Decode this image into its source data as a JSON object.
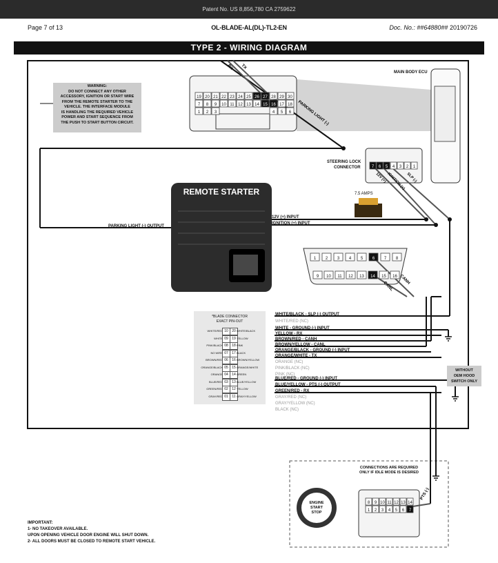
{
  "header": {
    "patent": "Patent No. US 8,856,780 CA 2759622",
    "page": "Page 7 of 13",
    "doc_code": "OL-BLADE-AL(DL)-TL2-EN",
    "doc_no_label": "Doc. No.:",
    "doc_no": "##64880##",
    "date": "20190726",
    "section_title": "TYPE 2 - WIRING DIAGRAM"
  },
  "warning": {
    "title": "WARNING:",
    "lines": [
      "DO NOT CONNECT ANY OTHER",
      "ACCESSORY, IGNITION OR START WIRE",
      "FROM THE REMOTE STARTER TO THE",
      "VEHICLE. THE INTERFACE MODULE",
      "IS HANDLING THE REQUIRED VEHICLE",
      "POWER AND START SEQUENCE FROM",
      "THE PUSH TO START BUTTON CIRCUIT."
    ]
  },
  "labels": {
    "main_body_ecu": "MAIN BODY ECU",
    "rx": "RX",
    "tx": "TX",
    "parking_light_wire": "PARKING LIGHT (-)",
    "steering_lock_1": "STEERING LOCK",
    "steering_lock_2": "CONNECTOR",
    "v12": "12V (+)",
    "ign": "IGNITION (+)",
    "slp": "SLP (-)",
    "fuse": "7.5 AMPS",
    "in_12v": "12V (+) INPUT",
    "in_ign": "IGNITION (+) INPUT",
    "parking_out": "PARKING LIGHT (-) OUTPUT",
    "remote_starter": "REMOTE STARTER",
    "canh": "CANH",
    "canl": "CANL",
    "pts": "PTS (-)",
    "hood_1": "WITHOUT",
    "hood_2": "OEM HOOD",
    "hood_3": "SWITCH ONLY",
    "conn_1": "CONNECTIONS ARE REQUIRED",
    "conn_2": "ONLY IF IDLE MODE IS DESIRED",
    "engine_1": "ENGINE",
    "engine_2": "START",
    "engine_3": "STOP"
  },
  "ecu_connector": {
    "row1": [
      "19",
      "20",
      "21",
      "22",
      "23",
      "24",
      "25",
      "26",
      "27",
      "28",
      "29",
      "30"
    ],
    "row2": [
      "7",
      "8",
      "9",
      "10",
      "11",
      "12",
      "13",
      "14",
      "15",
      "16",
      "17",
      "18"
    ],
    "row3": [
      "1",
      "2",
      "3"
    ],
    "row3_right": [
      "4",
      "5",
      "6"
    ]
  },
  "steering_connector": [
    "7",
    "6",
    "5",
    "4",
    "3",
    "2",
    "1"
  ],
  "obd_connector": {
    "row1": [
      "1",
      "2",
      "3",
      "4",
      "5",
      "6",
      "7",
      "8"
    ],
    "row2": [
      "9",
      "10",
      "11",
      "12",
      "13",
      "14",
      "15",
      "16"
    ]
  },
  "pts_connector": {
    "row1": [
      "8",
      "9",
      "10",
      "11",
      "12",
      "13",
      "14"
    ],
    "row2": [
      "1",
      "2",
      "3",
      "4",
      "5",
      "6",
      "7"
    ]
  },
  "pinout": {
    "title_1": "*BLADE CONNECTOR",
    "title_2": "EXACT PIN-OUT",
    "rows": [
      {
        "left": "WHITE/RED",
        "p1": "10",
        "p2": "20",
        "right": "WHITE/BLACK"
      },
      {
        "left": "WHITE",
        "p1": "09",
        "p2": "19",
        "right": "YELLOW"
      },
      {
        "left": "PINK/BLACK",
        "p1": "08",
        "p2": "18",
        "right": "PINK"
      },
      {
        "left": "NO WIRE",
        "p1": "07",
        "p2": "17",
        "right": "BLACK"
      },
      {
        "left": "BROWN/RED",
        "p1": "06",
        "p2": "16",
        "right": "BROWN/YELLOW"
      },
      {
        "left": "ORANGE/BLACK",
        "p1": "05",
        "p2": "15",
        "right": "ORANGE/WHITE"
      },
      {
        "left": "ORANGE",
        "p1": "04",
        "p2": "14",
        "right": "GREEN"
      },
      {
        "left": "BLUE/RED",
        "p1": "03",
        "p2": "13",
        "right": "BLUE/YELLOW"
      },
      {
        "left": "GREEN/RED",
        "p1": "02",
        "p2": "12",
        "right": "YELLOW"
      },
      {
        "left": "GRAY/RED",
        "p1": "01",
        "p2": "11",
        "right": "GRAY/YELLOW"
      }
    ]
  },
  "wires": [
    {
      "text": "WHITE/BLACK - SLP (-) OUTPUT",
      "nc": false
    },
    {
      "text": "WHITE/RED (NC)",
      "nc": true
    },
    {
      "text": "WHITE - GROUND (-) INPUT",
      "nc": false
    },
    {
      "text": "YELLOW - RX",
      "nc": false
    },
    {
      "text": "BROWN/RED - CANH",
      "nc": false
    },
    {
      "text": "BROWN/YELLOW - CANL",
      "nc": false
    },
    {
      "text": "ORANGE/BLACK - GROUND (-) INPUT",
      "nc": false
    },
    {
      "text": "ORANGE/WHITE - TX",
      "nc": false
    },
    {
      "text": "ORANGE (NC)",
      "nc": true
    },
    {
      "text": "PINK/BLACK (NC)",
      "nc": true
    },
    {
      "text": "PINK (NC)",
      "nc": true
    },
    {
      "text": "BLUE/RED - GROUND (-) INPUT",
      "nc": false
    },
    {
      "text": "BLUE/YELLOW - PTS (-) OUTPUT",
      "nc": false
    },
    {
      "text": "GREEN/RED - RX",
      "nc": false
    },
    {
      "text": "GRAY/RED (NC)",
      "nc": true
    },
    {
      "text": "GRAY/YELLOW (NC)",
      "nc": true
    },
    {
      "text": "BLACK (NC)",
      "nc": true
    }
  ],
  "important": {
    "title": "IMPORTANT:",
    "lines": [
      "1- NO TAKEOVER AVAILABLE.",
      "UPON OPENING VEHICLE DOOR ENGINE WILL SHUT DOWN.",
      "2- ALL DOORS MUST BE CLOSED TO REMOTE START VEHICLE."
    ]
  }
}
